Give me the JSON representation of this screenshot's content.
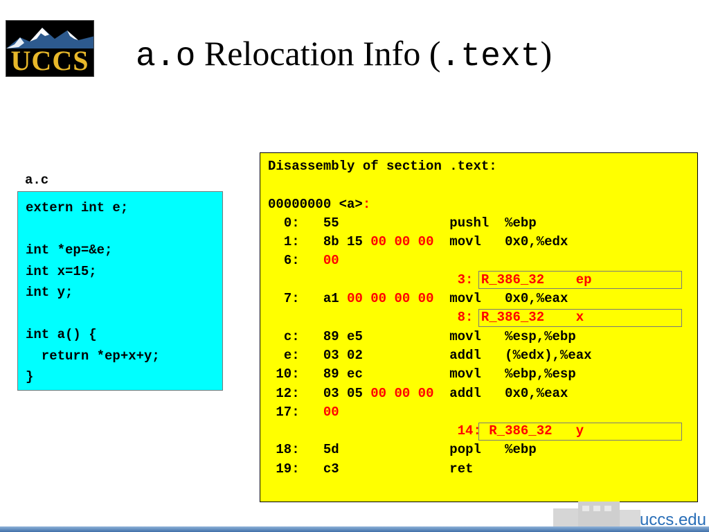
{
  "logo": {
    "text": "UCCS"
  },
  "title": {
    "part1": "a.o",
    "part2": " Relocation Info (",
    "part3": ".text",
    "part4": ")"
  },
  "source": {
    "label": "a.c",
    "lines": [
      "extern int e;",
      "",
      "int *ep=&e;",
      "int x=15;",
      "int y;",
      "",
      "int a() {",
      "  return *ep+x+y;",
      "}"
    ]
  },
  "disasm": {
    "header": "Disassembly of section .text:",
    "symbol_prefix": "00000000 ",
    "symbol_name": "<a>",
    "symbol_suffix": ":",
    "rows": [
      {
        "addr": "0:",
        "bytes": "55",
        "relbytes": "",
        "instr": "pushl",
        "operands": "%ebp"
      },
      {
        "addr": "1:",
        "bytes": "8b 15",
        "relbytes": "00 00 00",
        "instr": "movl",
        "operands": "0x0,%edx"
      },
      {
        "addr": "6:",
        "bytes": "",
        "relbytes": "00",
        "instr": "",
        "operands": ""
      },
      {
        "reloc": true,
        "offset": "3:",
        "type": "R_386_32",
        "symbol": "ep"
      },
      {
        "addr": "7:",
        "bytes": "a1",
        "relbytes": "00 00 00 00",
        "instr": "movl",
        "operands": "0x0,%eax"
      },
      {
        "reloc": true,
        "offset": "8:",
        "type": "R_386_32",
        "symbol": "x"
      },
      {
        "addr": "c:",
        "bytes": "89 e5",
        "relbytes": "",
        "instr": "movl",
        "operands": "%esp,%ebp"
      },
      {
        "addr": "e:",
        "bytes": "03 02",
        "relbytes": "",
        "instr": "addl",
        "operands": "(%edx),%eax"
      },
      {
        "addr": "10:",
        "bytes": "89 ec",
        "relbytes": "",
        "instr": "movl",
        "operands": "%ebp,%esp"
      },
      {
        "addr": "12:",
        "bytes": "03 05",
        "relbytes": "00 00 00",
        "instr": "addl",
        "operands": "0x0,%eax"
      },
      {
        "addr": "17:",
        "bytes": "",
        "relbytes": "00",
        "instr": "",
        "operands": ""
      },
      {
        "reloc": true,
        "offset": "14:",
        "type": "R_386_32",
        "symbol": "y"
      },
      {
        "addr": "18:",
        "bytes": "5d",
        "relbytes": "",
        "instr": "popl",
        "operands": "%ebp"
      },
      {
        "addr": "19:",
        "bytes": "c3",
        "relbytes": "",
        "instr": "ret",
        "operands": ""
      }
    ]
  },
  "footer": {
    "text": "uccs.edu"
  },
  "colors": {
    "source_bg": "#00ffff",
    "disasm_bg": "#ffff00",
    "highlight": "#ff0000",
    "footer_text": "#2a6fb8"
  }
}
